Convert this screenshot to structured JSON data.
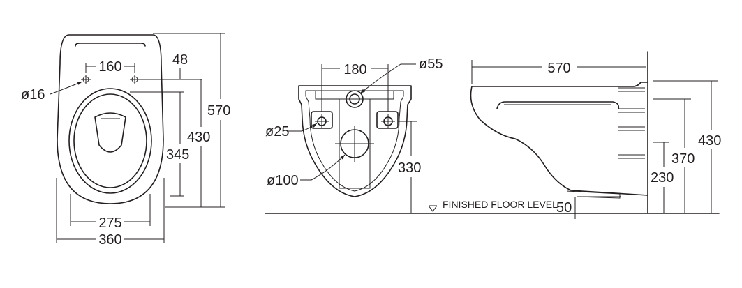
{
  "front_view": {
    "dims": {
      "hole_spacing": "160",
      "hole_diameter": "ø16",
      "hole_offset": "48",
      "total_length": "570",
      "length_430": "430",
      "seat_length": "345",
      "inner_width": "275",
      "total_width": "360"
    }
  },
  "rear_view": {
    "dims": {
      "bolt_spacing": "180",
      "outlet_55": "ø55",
      "bolt_hole": "ø25",
      "outlet_100": "ø100",
      "height_330": "330"
    }
  },
  "side_view": {
    "dims": {
      "depth_570": "570",
      "height_430": "430",
      "height_370": "370",
      "height_230": "230",
      "clearance_50": "50"
    },
    "floor_label": "FINISHED FLOOR LEVEL"
  },
  "colors": {
    "line": "#231f20",
    "background": "#ffffff"
  }
}
